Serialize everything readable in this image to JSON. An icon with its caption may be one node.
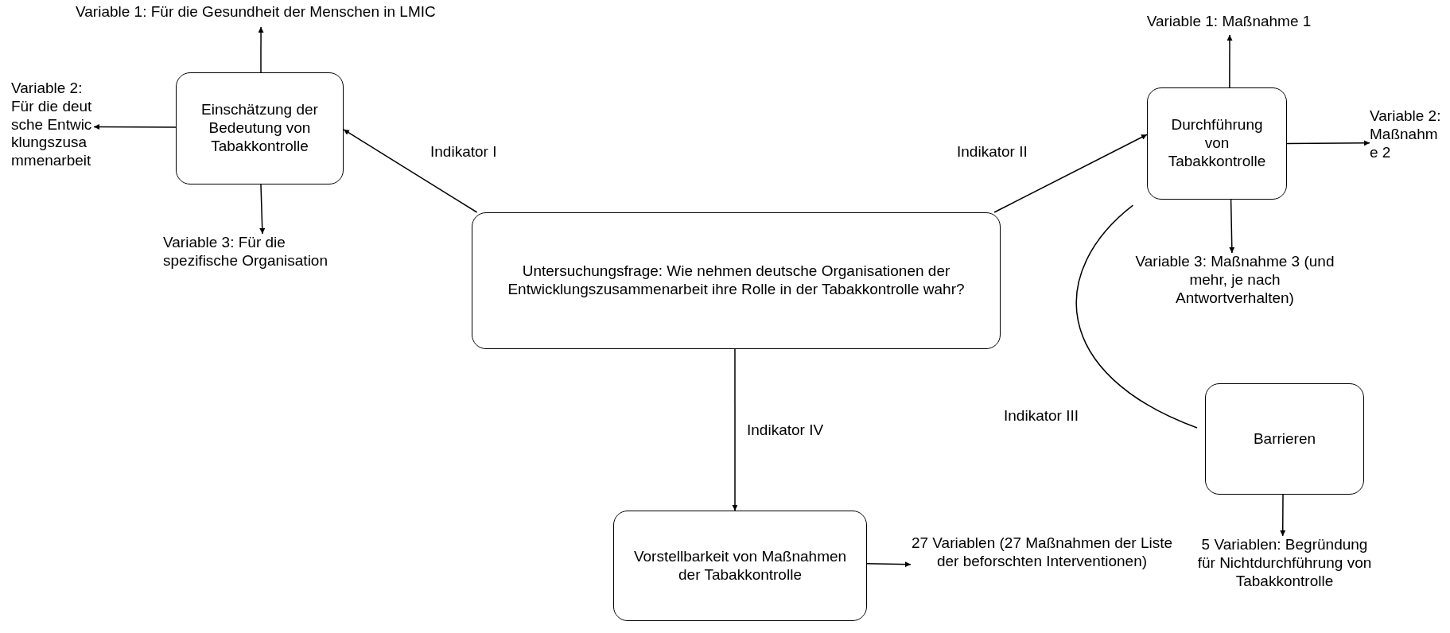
{
  "diagram": {
    "nodes": [
      {
        "text": [
          "Variable 1: Für die Gesundheit der Menschen in LMIC"
        ]
      },
      {
        "text": [
          "Variable 1: Maßnahme 1"
        ]
      },
      {
        "text": [
          "Variable 2: Für die deutsche Entwicklungszusammenarbeit"
        ]
      },
      {
        "text": [
          "Einschätzung der Bedeutung von Tabakkontrolle"
        ]
      },
      {
        "text": [
          "Durchführung von Tabakkontrolle"
        ]
      },
      {
        "text": [
          "Variable 2: Maßnahme 2"
        ]
      },
      {
        "text": [
          "Variable 3: Für die spezifische Organisation"
        ]
      },
      {
        "text": [
          "Untersuchungsfrage: Wie nehmen deutsche Organisationen der Entwicklungszusammenarbeit ihre Rolle in der Tabakkontrolle wahr?"
        ]
      },
      {
        "text": [
          "Variable 3: Maßnahme 3 (und mehr, je nach Antwortverhalten)"
        ]
      },
      {
        "text": [
          "Barrieren"
        ]
      },
      {
        "text": [
          "Vorstellbarkeit von Maßnahmen der Tabakkontrolle"
        ]
      },
      {
        "text": [
          "27 Variablen (27 Maßnahmen der Liste der beforschten Interventionen)"
        ]
      },
      {
        "text": [
          "5 Variablen: Begründung für Nichtdurchführung von Tabakkontrolle"
        ]
      }
    ],
    "edges": [
      {
        "from": 7,
        "to": 3,
        "arrow": "to",
        "label": "Indikator I"
      },
      {
        "from": 7,
        "to": 4,
        "arrow": "to",
        "label": "Indikator II"
      },
      {
        "from": 7,
        "to": 10,
        "arrow": "to",
        "label": "Indikator IV"
      },
      {
        "from": 4,
        "to": 9,
        "arrow": "none",
        "label": "Indikator III"
      },
      {
        "from": 3,
        "to": 0,
        "arrow": "to"
      },
      {
        "from": 3,
        "to": 2,
        "arrow": "to"
      },
      {
        "from": 3,
        "to": 6,
        "arrow": "to"
      },
      {
        "from": 4,
        "to": 1,
        "arrow": "to"
      },
      {
        "from": 4,
        "to": 5,
        "arrow": "to"
      },
      {
        "from": 4,
        "to": 8,
        "arrow": "to"
      },
      {
        "from": 10,
        "to": 11,
        "arrow": "to"
      },
      {
        "from": 9,
        "to": 12,
        "arrow": "to"
      }
    ]
  }
}
